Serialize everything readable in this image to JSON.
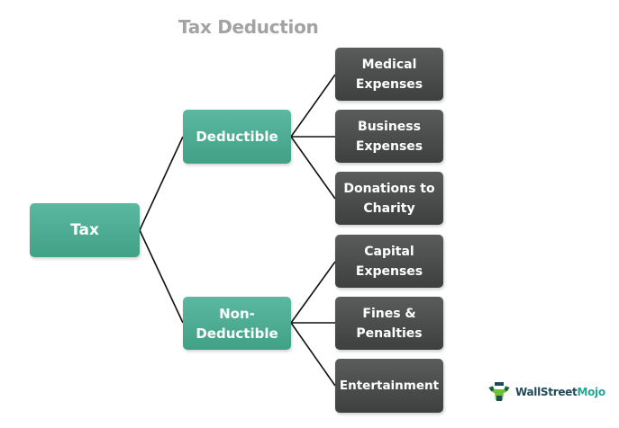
{
  "title": "Tax Deduction",
  "colors": {
    "green_node": "#4aaa8f",
    "dark_node": "#4a4c4c",
    "title": "#a3a3a3",
    "line": "#111111"
  },
  "root": {
    "label": "Tax"
  },
  "branches": [
    {
      "label": "Deductible",
      "children": [
        {
          "line1": "Medical",
          "line2": "Expenses"
        },
        {
          "line1": "Business",
          "line2": "Expenses"
        },
        {
          "line1": "Donations to",
          "line2": "Charity"
        }
      ]
    },
    {
      "label_line1": "Non-",
      "label_line2": "Deductible",
      "children": [
        {
          "line1": "Capital",
          "line2": "Expenses"
        },
        {
          "line1": "Fines &",
          "line2": "Penalties"
        },
        {
          "line1": "Entertainment",
          "line2": ""
        }
      ]
    }
  ],
  "logo": {
    "part1": "WallStreet",
    "part2": "Mojo",
    "icon": "bull-icon"
  }
}
